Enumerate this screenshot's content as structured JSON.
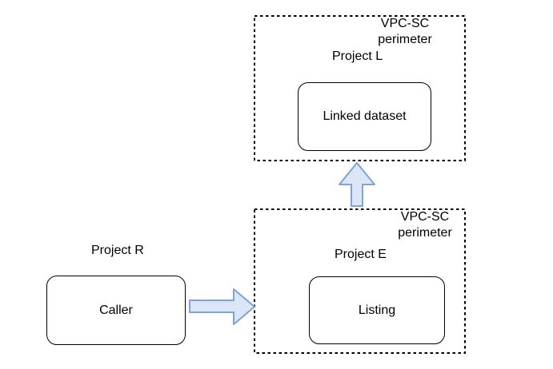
{
  "diagram": {
    "colors": {
      "background": "#ffffff",
      "line": "#000000",
      "text": "#000000",
      "arrow_fill": "#dbe7f8",
      "arrow_stroke": "#7da2dc"
    },
    "perimeter_top": {
      "label": "VPC-SC\nperimeter",
      "project": "Project L",
      "node_label": "Linked dataset"
    },
    "perimeter_bottom": {
      "label": "VPC-SC\nperimeter",
      "project": "Project E",
      "node_label": "Listing"
    },
    "external": {
      "project": "Project R",
      "node_label": "Caller"
    },
    "arrows": [
      {
        "name": "caller-to-listing",
        "direction": "right"
      },
      {
        "name": "listing-to-linked-dataset",
        "direction": "up"
      }
    ]
  }
}
